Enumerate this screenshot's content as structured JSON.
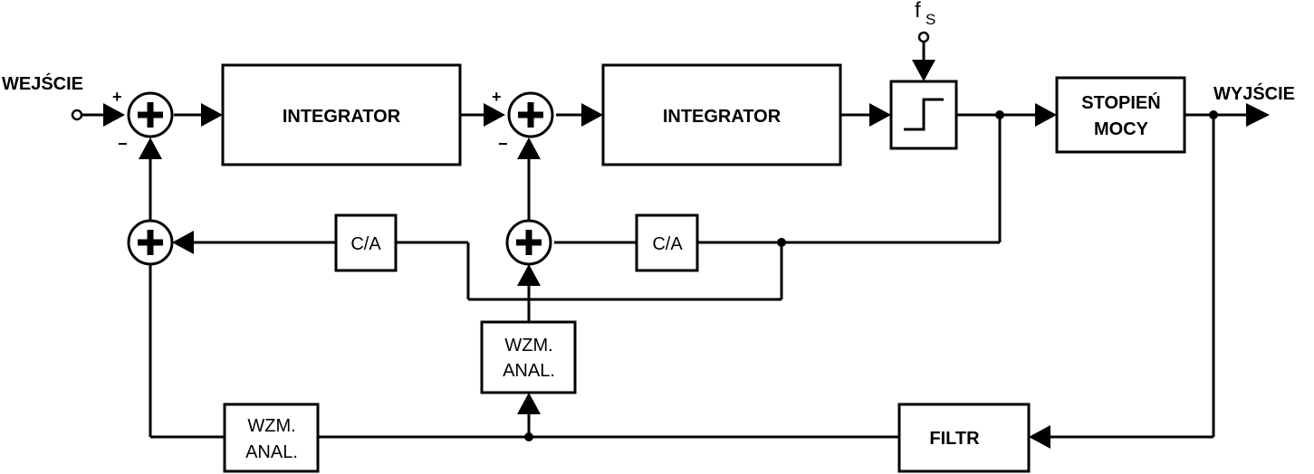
{
  "labels": {
    "input": "WEJŚCIE",
    "output": "WYJŚCIE",
    "sampling_f": "f",
    "sampling_sub": "S"
  },
  "blocks": {
    "integrator_1": "INTEGRATOR",
    "integrator_2": "INTEGRATOR",
    "power_stage_line1": "STOPIEŃ",
    "power_stage_line2": "MOCY",
    "dac_1": "C/A",
    "dac_2": "C/A",
    "amp_mid_line1": "WZM.",
    "amp_mid_line2": "ANAL.",
    "amp_left_line1": "WZM.",
    "amp_left_line2": "ANAL.",
    "filter": "FILTR"
  },
  "signs": {
    "sum1_plus": "+",
    "sum1_minus": "−",
    "sum2_plus": "+",
    "sum2_minus": "−"
  },
  "colors": {
    "line": "#000000",
    "background": "#ffffff"
  }
}
